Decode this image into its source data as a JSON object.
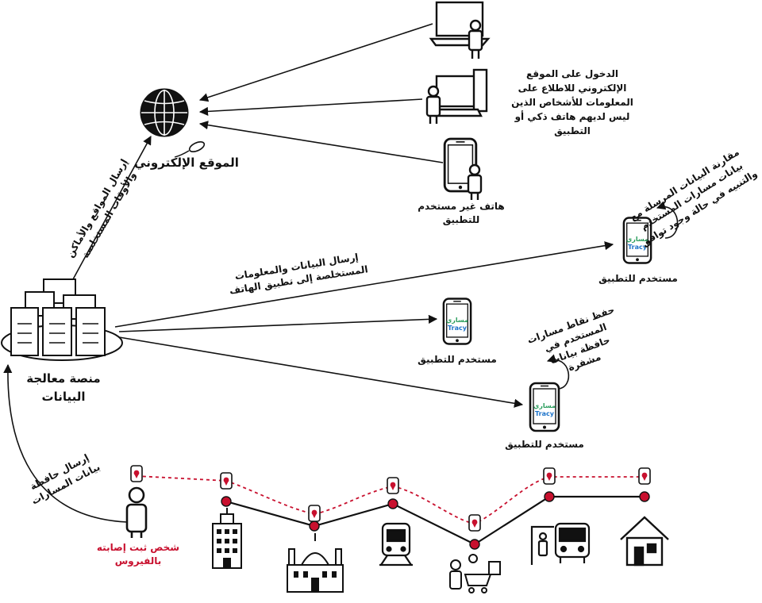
{
  "labels": {
    "website_title": "الموقع الإلكتروني",
    "website_access_desc": "الدخول على الموقع الإلكتروني للاطلاع على المعلومات للأشخاص الذين ليس لديهم هاتف ذكي أو التطبيق",
    "non_app_phone_user": "هاتف غير مستخدم للتطبيق",
    "send_locations_to_site": "إرسال المواقع والأماكن والأوقات المستخلصة",
    "send_data_to_phone_app": "إرسال البيانات والمعلومات المستخلصة إلى تطبيق الهاتف",
    "compare_and_alert": "مقارنة البيانات المرسلة مع بيانات مسارات المستخدم والتنبيه في حالة وجود توافق",
    "save_track_points": "حفظ نقاط مسارات المستخدم في حافظة بيانات مشفرة",
    "app_user": "مستخدم للتطبيق",
    "processing_platform": "منصة معالجة البيانات",
    "send_tracks_wallet": "إرسال حافظة بيانات المسارات",
    "infected_person": "شخص ثبت إصابته بالفيروس",
    "app_logo_ar": "مساري",
    "app_logo_en": "Tracy"
  },
  "colors": {
    "ink": "#111111",
    "accent_red": "#c8102e",
    "logo_blue": "#1d73c9",
    "logo_green": "#2a9d5c"
  },
  "icons": [
    "globe-icon",
    "mouse-icon",
    "laptop-user-icon",
    "desktop-user-icon",
    "phone-user-icon",
    "server-cluster-icon",
    "smartphone-icon",
    "person-icon",
    "office-building-icon",
    "mosque-icon",
    "train-icon",
    "shopping-icon",
    "bus-stop-icon",
    "house-icon",
    "map-pin-icon"
  ]
}
